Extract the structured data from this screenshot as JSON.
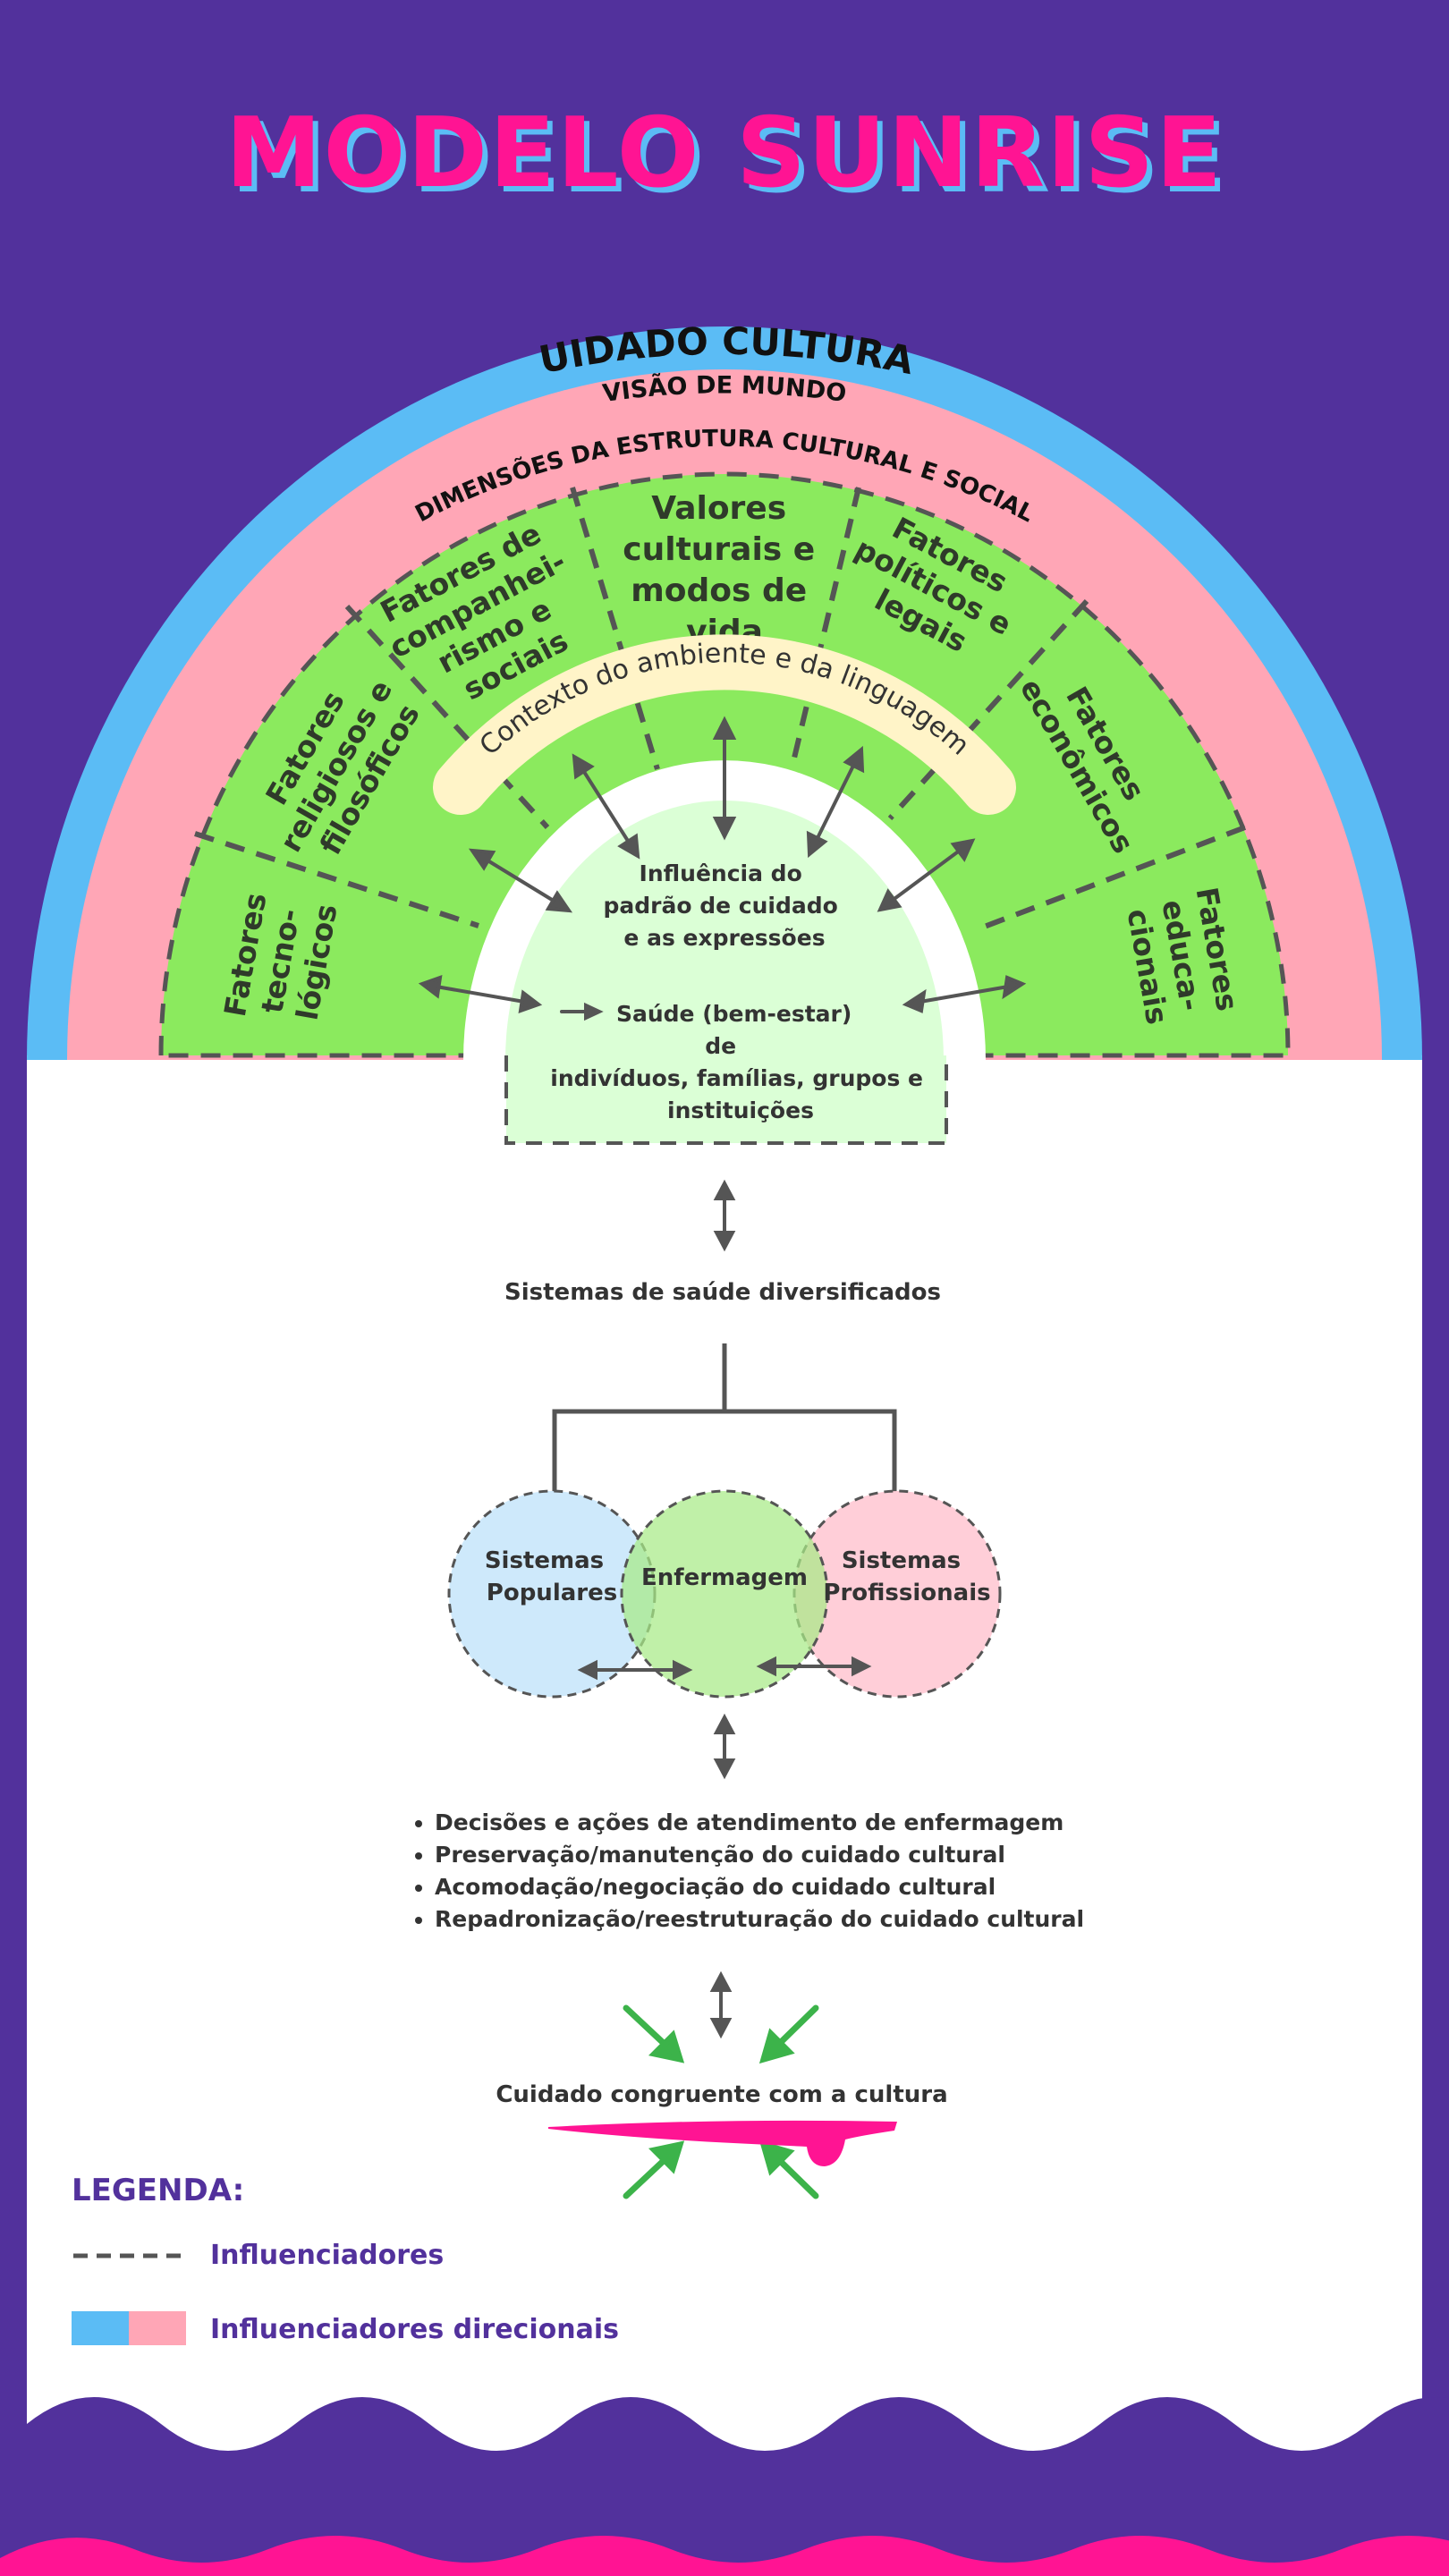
{
  "title": "MODELO SUNRISE",
  "rings": {
    "outer": "CUIDADO CULTURAL",
    "second": "VISÃO DE MUNDO",
    "third": "DIMENSÕES DA ESTRUTURA CULTURAL E SOCIAL",
    "inner_band": "Contexto do ambiente e da linguagem"
  },
  "sectors": [
    {
      "lines": [
        "Fatores",
        "tecno-",
        "lógicos"
      ]
    },
    {
      "lines": [
        "Fatores",
        "religiosos e",
        "filosóficos"
      ]
    },
    {
      "lines": [
        "Fatores de",
        "companhei-",
        "rismo e",
        "sociais"
      ]
    },
    {
      "lines": [
        "Valores",
        "culturais e",
        "modos de",
        "vida"
      ]
    },
    {
      "lines": [
        "Fatores",
        "políticos e",
        "legais"
      ]
    },
    {
      "lines": [
        "Fatores",
        "econômicos"
      ]
    },
    {
      "lines": [
        "Fatores",
        "educa-",
        "cionais"
      ]
    }
  ],
  "center": {
    "influence": [
      "Influência do",
      "padrão de cuidado",
      "e as expressões"
    ],
    "health": [
      "Saúde (bem-estar)",
      "de",
      "indivíduos, famílias, grupos e",
      "instituições"
    ]
  },
  "health_systems": "Sistemas de saúde diversificados",
  "venn": {
    "left": [
      "Sistemas",
      "Populares"
    ],
    "middle": [
      "Enfermagem"
    ],
    "right": [
      "Sistemas",
      "Profissionais"
    ]
  },
  "decisions": [
    "Decisões e ações de atendimento de enfermagem",
    "Preservação/manutenção do cuidado cultural",
    "Acomodação/negociação do cuidado cultural",
    "Repadronização/reestruturação do cuidado cultural"
  ],
  "outcome": "Cuidado congruente com a cultura",
  "legend": {
    "title": "LEGENDA:",
    "dashed": "Influenciadores",
    "colored": "Influenciadores direcionais"
  },
  "colors": {
    "background": "#52319c",
    "title_pink": "#ff1493",
    "title_shadow": "#5bbcf5",
    "ring_blue": "#5bbcf5",
    "ring_pink": "#ffa6b6",
    "sector_green": "#8bea5e",
    "light_green": "#dbffd6",
    "cream": "#fff4c8",
    "venn_blue": "#cbe8fb",
    "venn_green": "#a8ea87",
    "venn_pink": "#ffcbd6",
    "arrow_green": "#3cb34a"
  }
}
